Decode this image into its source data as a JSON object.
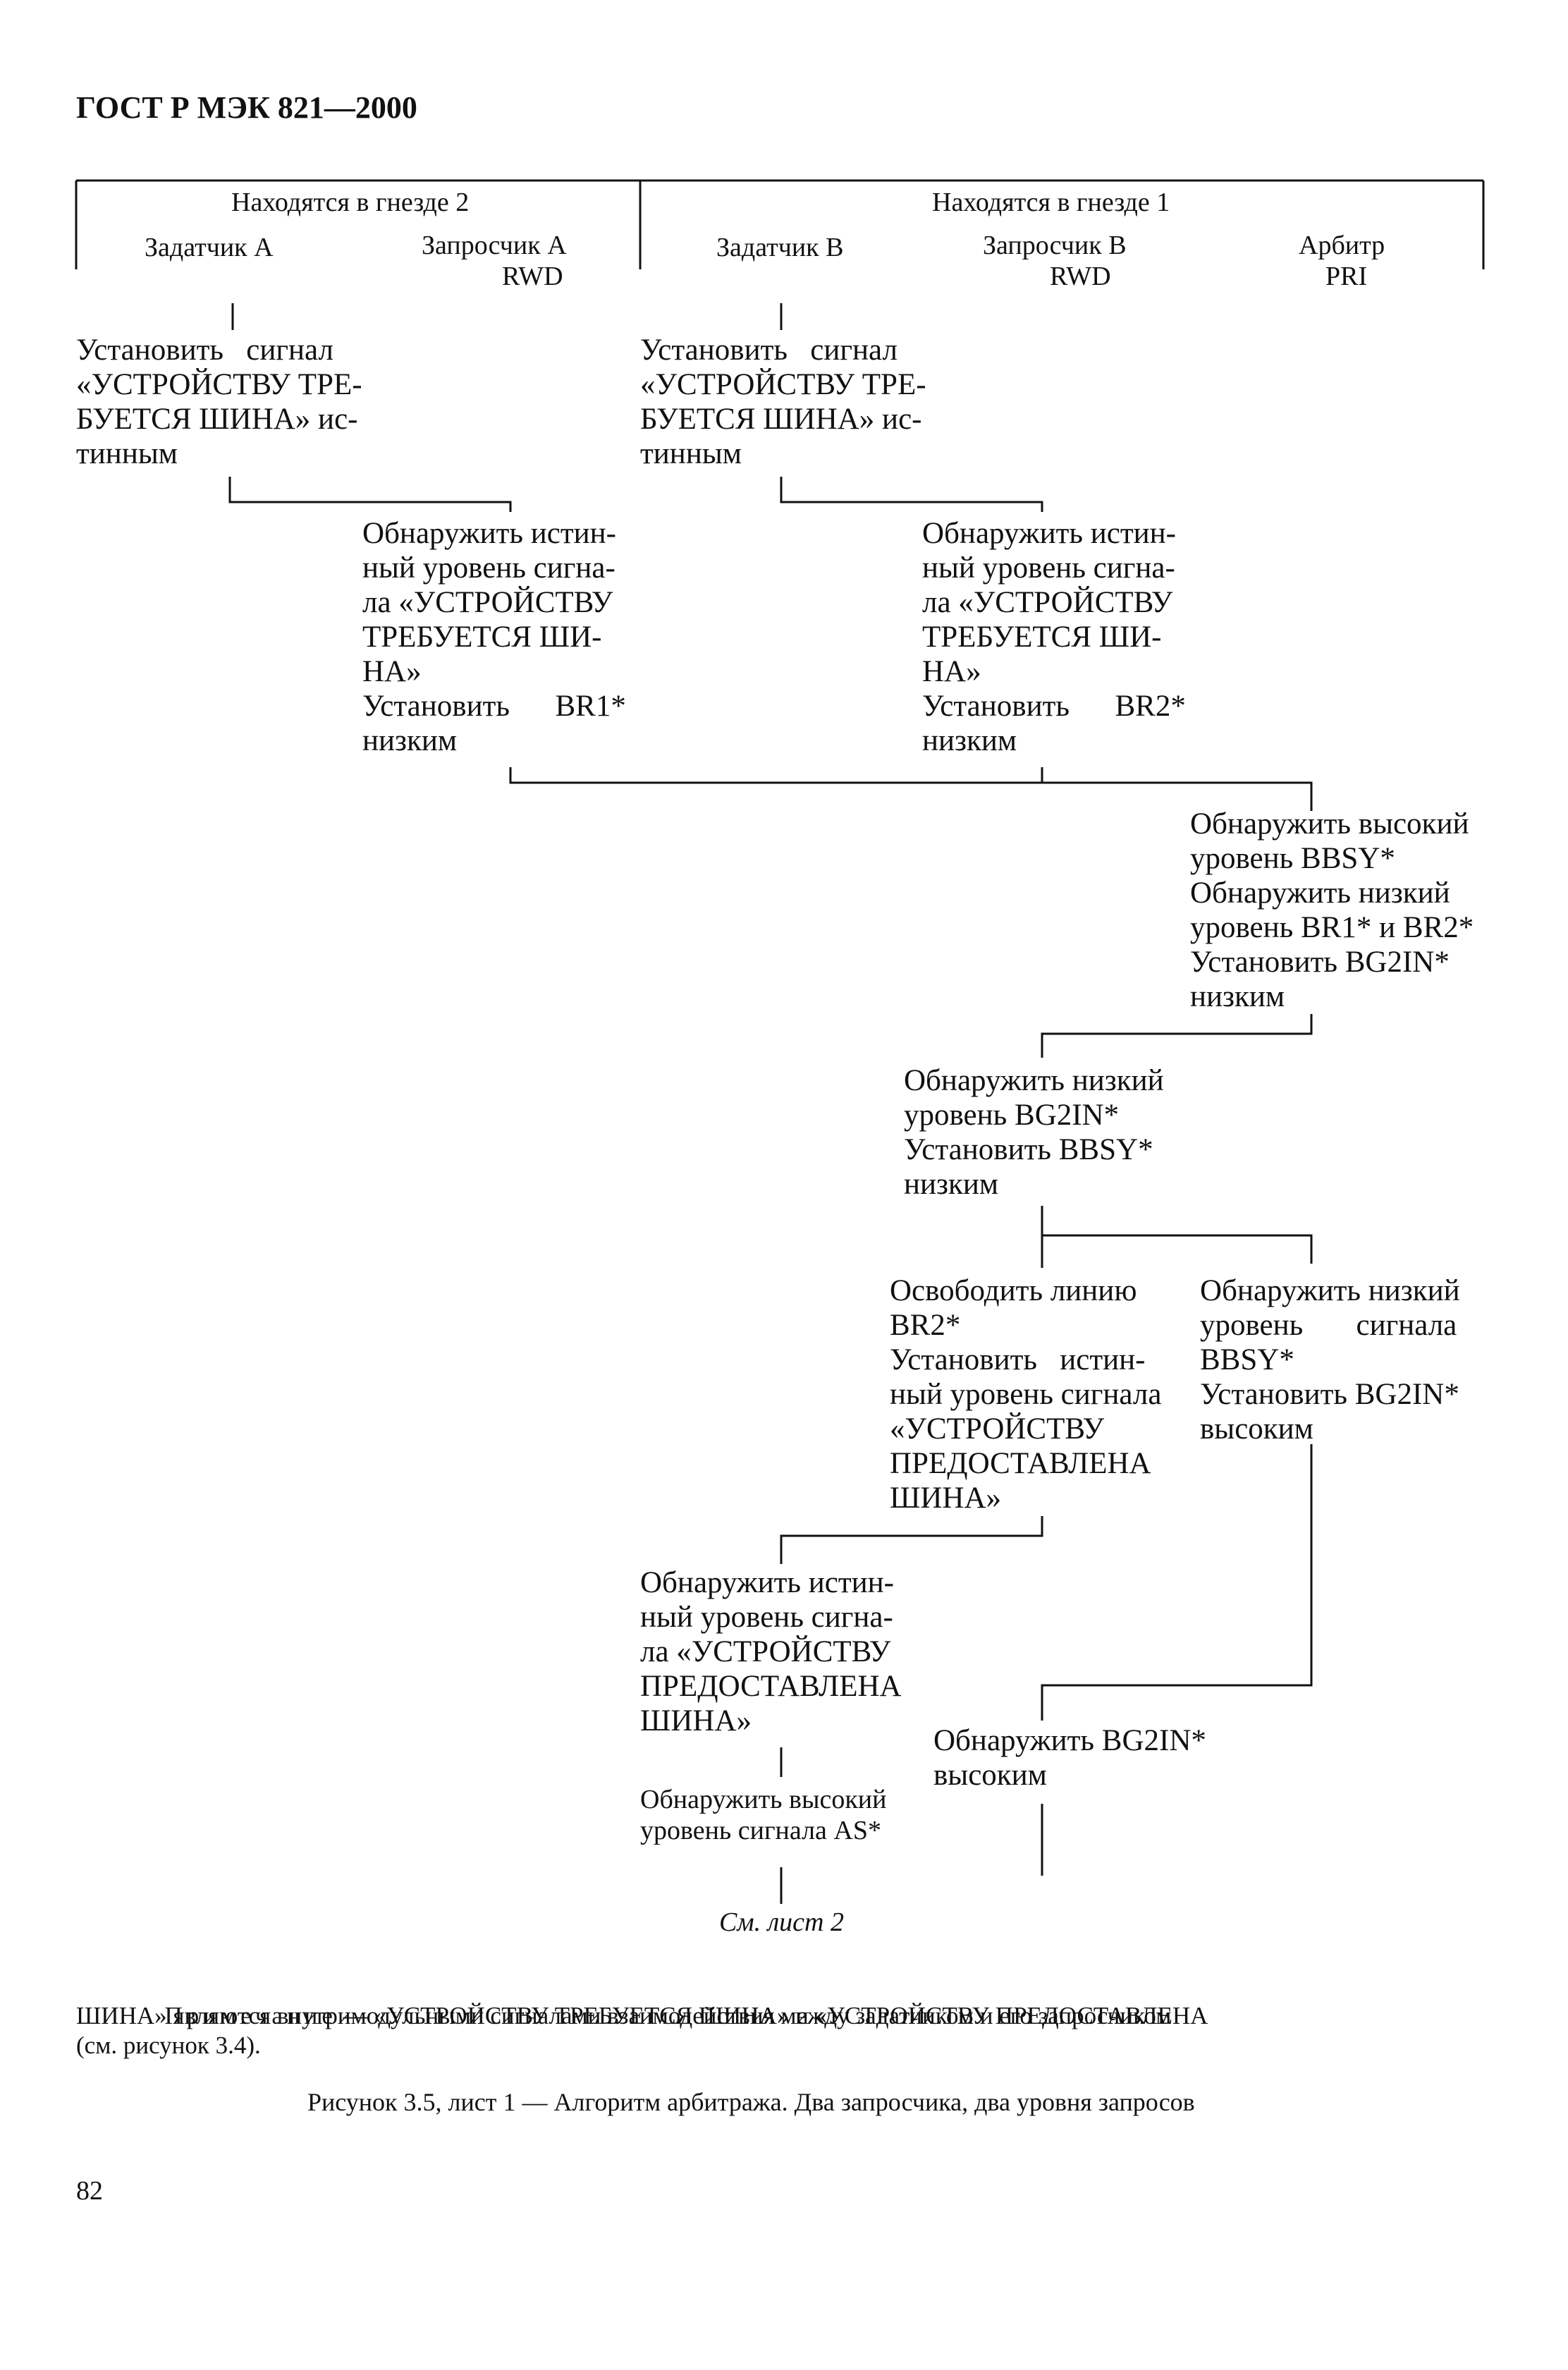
{
  "header": {
    "title": "ГОСТ Р МЭК 821—2000"
  },
  "table_header": {
    "slot2_label": "Находятся в гнезде 2",
    "slot1_label": "Находятся в гнезде 1",
    "col_master_a": "Задатчик А",
    "col_requester_a": "Запросчик А\n            RWD",
    "col_master_b": "Задатчик В",
    "col_requester_b": "Запросчик В\n          RWD",
    "col_arbiter": "Арбитр\n    PRI"
  },
  "steps": {
    "a1": "Установить   сигнал\n«УСТРОЙСТВУ ТРЕ-\nБУЕТСЯ ШИНА» ис-\nтинным",
    "b1": "Установить   сигнал\n«УСТРОЙСТВУ ТРЕ-\nБУЕТСЯ ШИНА» ис-\nтинным",
    "a2": "Обнаружить истин-\nный уровень сигна-\nла «УСТРОЙСТВУ\nТРЕБУЕТСЯ ШИ-\nНА»\nУстановить      BR1*\nнизким",
    "b2": "Обнаружить истин-\nный уровень сигна-\nла «УСТРОЙСТВУ\nТРЕБУЕТСЯ ШИ-\nНА»\nУстановить      BR2*\nнизким",
    "arb1": "Обнаружить высокий\nуровень BBSY*\nОбнаружить низкий\nуровень BR1* и BR2*\nУстановить BG2IN*\nнизким",
    "b3": "Обнаружить низкий\nуровень BG2IN*\nУстановить BBSY*\nнизким",
    "b4": "Освободить линию\nBR2*\nУстановить   истин-\nный уровень сигнала\n«УСТРОЙСТВУ\nПРЕДОСТАВЛЕНА\nШИНА»",
    "arb2": "Обнаружить низкий\nуровень       сигнала\nBBSY*\nУстановить BG2IN*\nвысоким",
    "mb5": "Обнаружить истин-\nный уровень сигна-\nла «УСТРОЙСТВУ\nПРЕДОСТАВЛЕНА\nШИНА»",
    "mb6": "Обнаружить высокий\nуровень сигнала AS*",
    "b5": "Обнаружить BG2IN*\nвысоким",
    "continue": "См. лист 2"
  },
  "note": {
    "label": "Примечание",
    "text_line1": " — «УСТРОЙСТВУ ТРЕБУЕТСЯ ШИНА» и «УСТРОЙСТВУ ПРЕДОСТАВЛЕНА",
    "text_line2": "ШИНА» являются внутримодульными сигналами взаимодействия между задатчиком и его запросчиком",
    "text_line3": "(см. рисунок 3.4)."
  },
  "caption": "Рисунок 3.5, лист 1 — Алгоритм арбитража. Два запросчика, два уровня запросов",
  "page_number": "82"
}
